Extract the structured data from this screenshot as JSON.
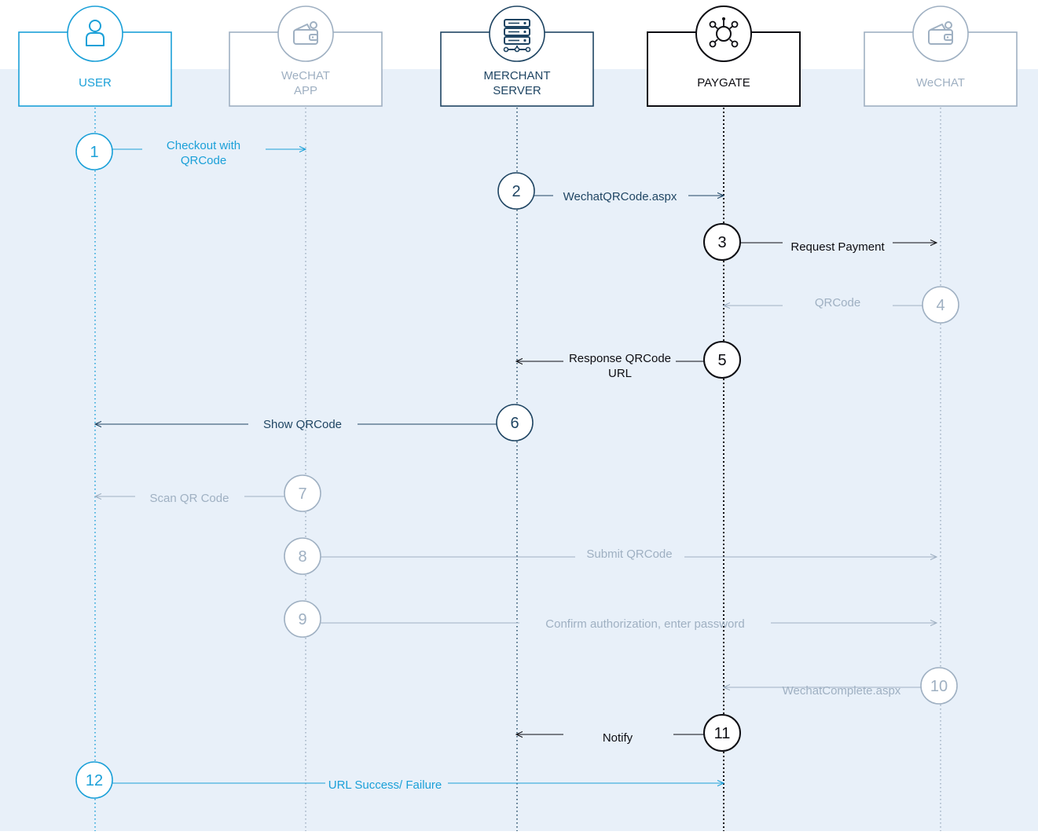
{
  "colors": {
    "background_band": "#e8f0f9",
    "user": "#1ba0d8",
    "wechat": "#9fb0c2",
    "merchant": "#1f4563",
    "paygate": "#0d0d12"
  },
  "lanes": [
    {
      "id": "user",
      "label": [
        "USER"
      ],
      "icon": "user-icon",
      "color_key": "user"
    },
    {
      "id": "wechat-app",
      "label": [
        "WeCHAT",
        "APP"
      ],
      "icon": "wallet-icon",
      "color_key": "wechat"
    },
    {
      "id": "merchant",
      "label": [
        "MERCHANT",
        "SERVER"
      ],
      "icon": "server-icon",
      "color_key": "merchant"
    },
    {
      "id": "paygate",
      "label": [
        "PAYGATE"
      ],
      "icon": "network-icon",
      "color_key": "paygate"
    },
    {
      "id": "wechat",
      "label": [
        "WeCHAT"
      ],
      "icon": "wallet-icon",
      "color_key": "wechat"
    }
  ],
  "steps": [
    {
      "num": "1",
      "text": [
        "Checkout with",
        "QRCode"
      ],
      "from": "user",
      "to": "wechat-app",
      "color_key": "user"
    },
    {
      "num": "2",
      "text": [
        "WechatQRCode.aspx"
      ],
      "from": "merchant",
      "to": "paygate",
      "color_key": "merchant"
    },
    {
      "num": "3",
      "text": [
        "Request Payment"
      ],
      "from": "paygate",
      "to": "wechat",
      "color_key": "paygate"
    },
    {
      "num": "4",
      "text": [
        "QRCode"
      ],
      "from": "wechat",
      "to": "paygate",
      "color_key": "wechat"
    },
    {
      "num": "5",
      "text": [
        "Response QRCode",
        "URL"
      ],
      "from": "paygate",
      "to": "merchant",
      "color_key": "paygate"
    },
    {
      "num": "6",
      "text": [
        "Show QRCode"
      ],
      "from": "merchant",
      "to": "user",
      "color_key": "merchant"
    },
    {
      "num": "7",
      "text": [
        "Scan QR Code"
      ],
      "from": "wechat-app",
      "to": "user",
      "color_key": "wechat"
    },
    {
      "num": "8",
      "text": [
        "Submit QRCode"
      ],
      "from": "wechat-app",
      "to": "wechat",
      "color_key": "wechat"
    },
    {
      "num": "9",
      "text": [
        "Confirm authorization, enter password"
      ],
      "from": "wechat-app",
      "to": "wechat",
      "color_key": "wechat"
    },
    {
      "num": "10",
      "text": [
        "WechatComplete.aspx"
      ],
      "from": "wechat",
      "to": "paygate",
      "color_key": "wechat"
    },
    {
      "num": "11",
      "text": [
        "Notify"
      ],
      "from": "paygate",
      "to": "merchant",
      "color_key": "paygate"
    },
    {
      "num": "12",
      "text": [
        "URL Success/ Failure"
      ],
      "from": "user",
      "to": "paygate",
      "color_key": "user"
    }
  ]
}
